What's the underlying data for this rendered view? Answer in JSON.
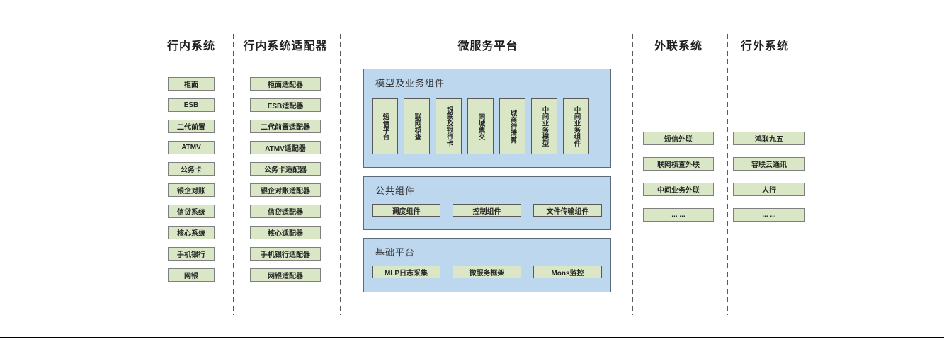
{
  "diagram": {
    "columns": {
      "internal_systems": {
        "title": "行内系统",
        "items": [
          "柜面",
          "ESB",
          "二代前置",
          "ATMV",
          "公务卡",
          "银企对账",
          "信贷系统",
          "核心系统",
          "手机银行",
          "网银"
        ]
      },
      "internal_adapters": {
        "title": "行内系统适配器",
        "items": [
          "柜面适配器",
          "ESB适配器",
          "二代前置适配器",
          "ATMV适配器",
          "公务卡适配器",
          "银企对账适配器",
          "信贷适配器",
          "核心适配器",
          "手机银行适配器",
          "网银适配器"
        ]
      },
      "external_link_systems": {
        "title": "外联系统",
        "items": [
          "短信外联",
          "联网核查外联",
          "中间业务外联",
          "... ..."
        ]
      },
      "outside_systems": {
        "title": "行外系统",
        "items": [
          "鸿联九五",
          "容联云通讯",
          "人行",
          "... ..."
        ]
      }
    },
    "platform": {
      "title": "微服务平台",
      "panels": {
        "model": {
          "title": "模型及业务组件",
          "items": [
            "短信平台",
            "联网核查",
            "银联及银行卡",
            "同城票交",
            "城商行清算",
            "中间业务模型",
            "中间业务组件"
          ]
        },
        "common": {
          "title": "公共组件",
          "items": [
            "调度组件",
            "控制组件",
            "文件传输组件"
          ]
        },
        "base": {
          "title": "基础平台",
          "items": [
            "MLP日志采集",
            "微服务框架",
            "Mons监控"
          ]
        }
      }
    },
    "colors": {
      "box_fill": "#d9e7c6",
      "box_border": "#7f7f7f",
      "panel_fill": "#bdd7ee",
      "panel_border": "#5b6b7b",
      "divider": "#595959",
      "bottom_rule": "#000000"
    }
  }
}
